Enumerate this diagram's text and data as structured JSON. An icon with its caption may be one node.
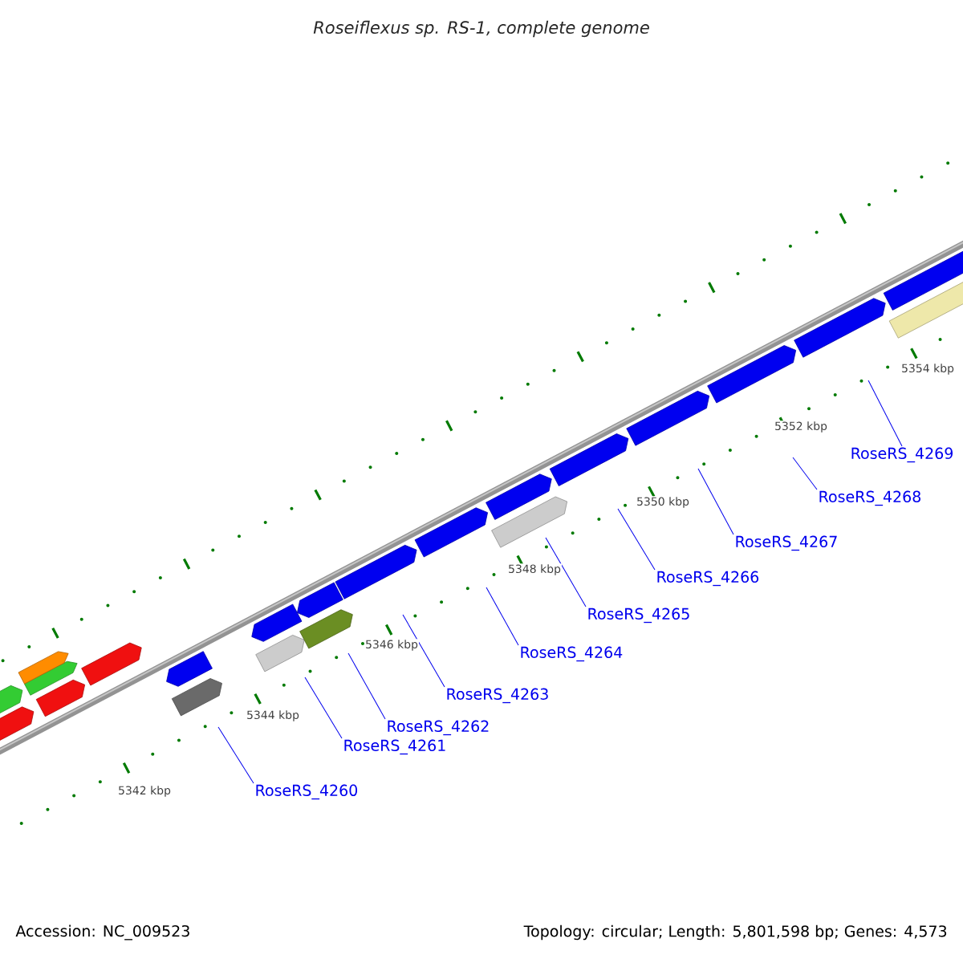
{
  "diagram": {
    "title": "Roseiflexus sp. RS-1, complete genome",
    "nodes": [
      {
        "text": [
          "RoseRS_4260"
        ]
      },
      {
        "text": [
          "RoseRS_4261"
        ]
      },
      {
        "text": [
          "RoseRS_4262"
        ]
      },
      {
        "text": [
          "RoseRS_4263"
        ]
      },
      {
        "text": [
          "RoseRS_4264"
        ]
      },
      {
        "text": [
          "RoseRS_4265"
        ]
      },
      {
        "text": [
          "RoseRS_4266"
        ]
      },
      {
        "text": [
          "RoseRS_4267"
        ]
      },
      {
        "text": [
          "RoseRS_4268"
        ]
      },
      {
        "text": [
          "RoseRS_4269"
        ]
      }
    ],
    "edges": [
      {
        "from": 0,
        "to": null,
        "arrow": "none"
      },
      {
        "from": 1,
        "to": null,
        "arrow": "none"
      },
      {
        "from": 2,
        "to": null,
        "arrow": "none"
      },
      {
        "from": 3,
        "to": null,
        "arrow": "none"
      },
      {
        "from": 4,
        "to": null,
        "arrow": "none"
      },
      {
        "from": 5,
        "to": null,
        "arrow": "none"
      },
      {
        "from": 6,
        "to": null,
        "arrow": "none"
      },
      {
        "from": 7,
        "to": null,
        "arrow": "none"
      },
      {
        "from": 8,
        "to": null,
        "arrow": "none"
      },
      {
        "from": 9,
        "to": null,
        "arrow": "none"
      }
    ],
    "labels": [
      "5342 kbp",
      "5344 kbp",
      "5346 kbp",
      "5348 kbp",
      "5350 kbp",
      "5352 kbp",
      "5354 kbp",
      "Accession: NC_009523",
      "Topology: circular; Length: 5,801,598 bp; Genes: 4,573"
    ]
  }
}
